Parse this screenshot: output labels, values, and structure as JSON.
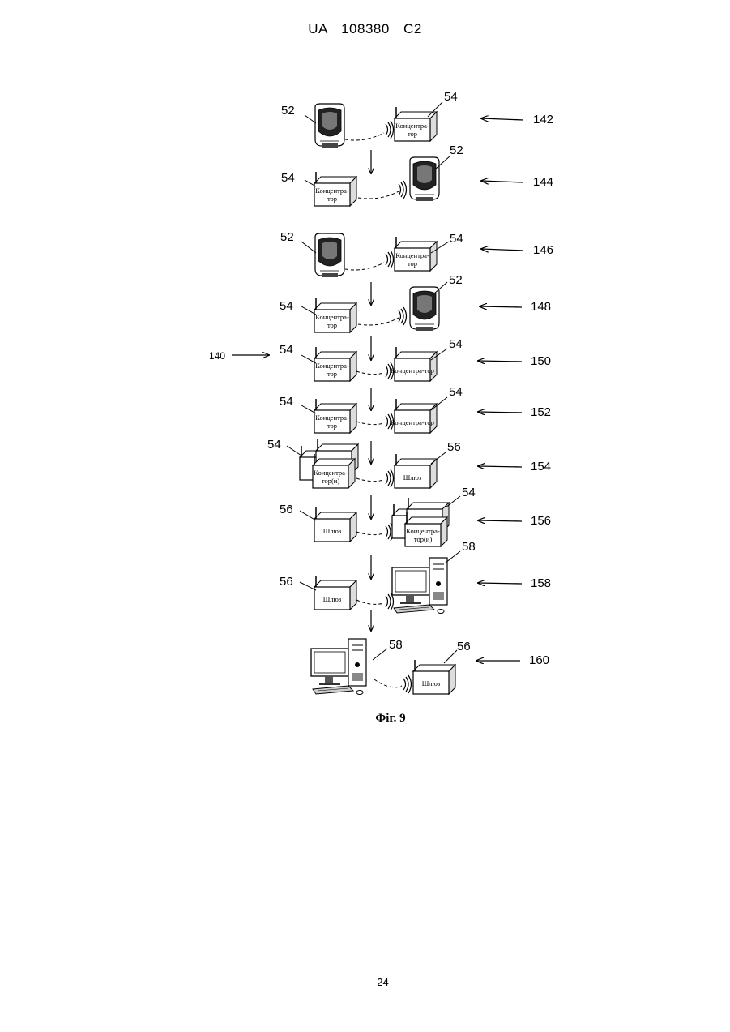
{
  "header": {
    "patent_number": "UA   108380   C2"
  },
  "figure": {
    "caption": "Фіг. 9",
    "overall_ref": "140",
    "device_labels": {
      "hub": "Концентра-тор",
      "hub_line1": "Концентра-",
      "hub_line2": "тор",
      "hubs_line1": "Концентра-",
      "hubs_line2": "тор(и)",
      "gateway": "Шлюз"
    },
    "rows": [
      {
        "step": "142",
        "left_ref": "52",
        "right_ref": "54"
      },
      {
        "step": "144",
        "left_ref": "54",
        "right_ref": "52"
      },
      {
        "step": "146",
        "left_ref": "52",
        "right_ref": "54"
      },
      {
        "step": "148",
        "left_ref": "54",
        "right_ref": "52"
      },
      {
        "step": "150",
        "left_ref": "54",
        "right_ref": "54"
      },
      {
        "step": "152",
        "left_ref": "54",
        "right_ref": "54"
      },
      {
        "step": "154",
        "left_ref": "54",
        "right_ref": "56"
      },
      {
        "step": "156",
        "left_ref": "56",
        "right_ref": "54"
      },
      {
        "step": "158",
        "left_ref": "56",
        "right_ref": "58"
      },
      {
        "step": "160",
        "left_ref": "58",
        "right_ref": "56"
      }
    ]
  },
  "footer": {
    "page_number": "24"
  }
}
